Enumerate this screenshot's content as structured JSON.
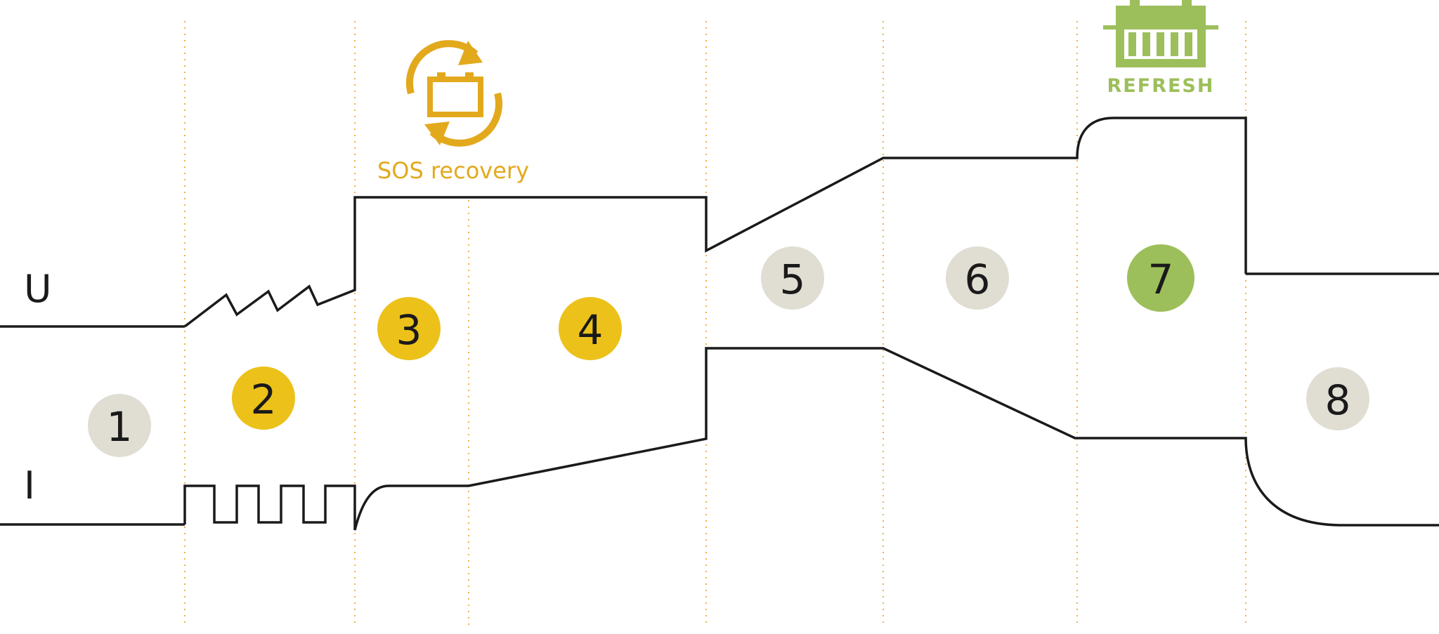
{
  "axes": {
    "voltage_label": "U",
    "current_label": "I"
  },
  "steps": [
    {
      "number": "1",
      "style": "neutral"
    },
    {
      "number": "2",
      "style": "active"
    },
    {
      "number": "3",
      "style": "active"
    },
    {
      "number": "4",
      "style": "active"
    },
    {
      "number": "5",
      "style": "neutral"
    },
    {
      "number": "6",
      "style": "neutral"
    },
    {
      "number": "7",
      "style": "refresh"
    },
    {
      "number": "8",
      "style": "neutral"
    }
  ],
  "sos": {
    "label": "SOS recovery",
    "icon": "battery-recycle-icon"
  },
  "refresh": {
    "label": "REFRESH",
    "icon": "battery-refresh-icon"
  },
  "colors": {
    "neutral": "#e0ddd2",
    "active": "#ecc11a",
    "sos": "#e3a91d",
    "refresh": "#9dbf5b",
    "line": "#1a1a1a",
    "separator": "#f0b24a"
  }
}
